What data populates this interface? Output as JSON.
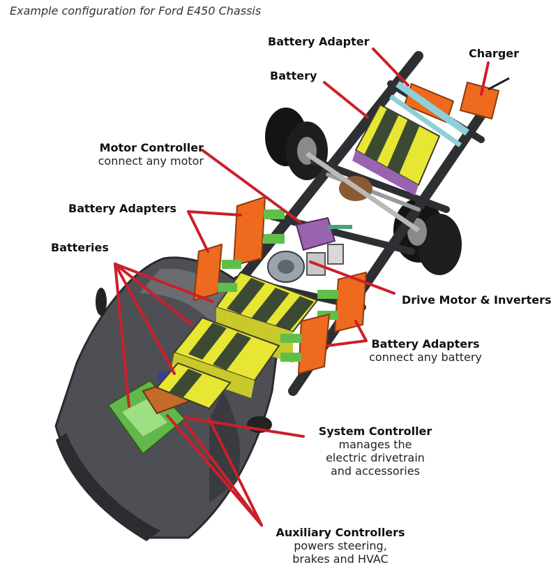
{
  "subtitle": "Example configuration for Ford E450 Chassis",
  "colors": {
    "leader": "#cc1f2b",
    "battery_yellow": "#e6e633",
    "battery_stripe": "#3c4a33",
    "adapter_orange": "#ee6a1f",
    "bracket_green": "#5fbf4a",
    "controller_purple": "#9a63b0",
    "frame_gray": "#2e2f33",
    "cab_gray": "#4d4f54",
    "adapter_teal": "#8ed0d8"
  },
  "labels": {
    "battery_adapter_top": {
      "title": "Battery Adapter"
    },
    "charger": {
      "title": "Charger"
    },
    "battery": {
      "title": "Battery"
    },
    "motor_controller": {
      "title": "Motor Controller",
      "sub": "connect any motor"
    },
    "battery_adapters_left": {
      "title": "Battery Adapters"
    },
    "batteries": {
      "title": "Batteries"
    },
    "drive_motor": {
      "title": "Drive Motor & Inverters"
    },
    "battery_adapters_right": {
      "title": "Battery Adapters",
      "sub": "connect any battery"
    },
    "system_controller": {
      "title": "System Controller",
      "sub1": "manages the",
      "sub2": "electric drivetrain",
      "sub3": "and accessories"
    },
    "auxiliary_controllers": {
      "title": "Auxiliary Controllers",
      "sub1": "powers steering,",
      "sub2": "brakes and HVAC"
    }
  }
}
